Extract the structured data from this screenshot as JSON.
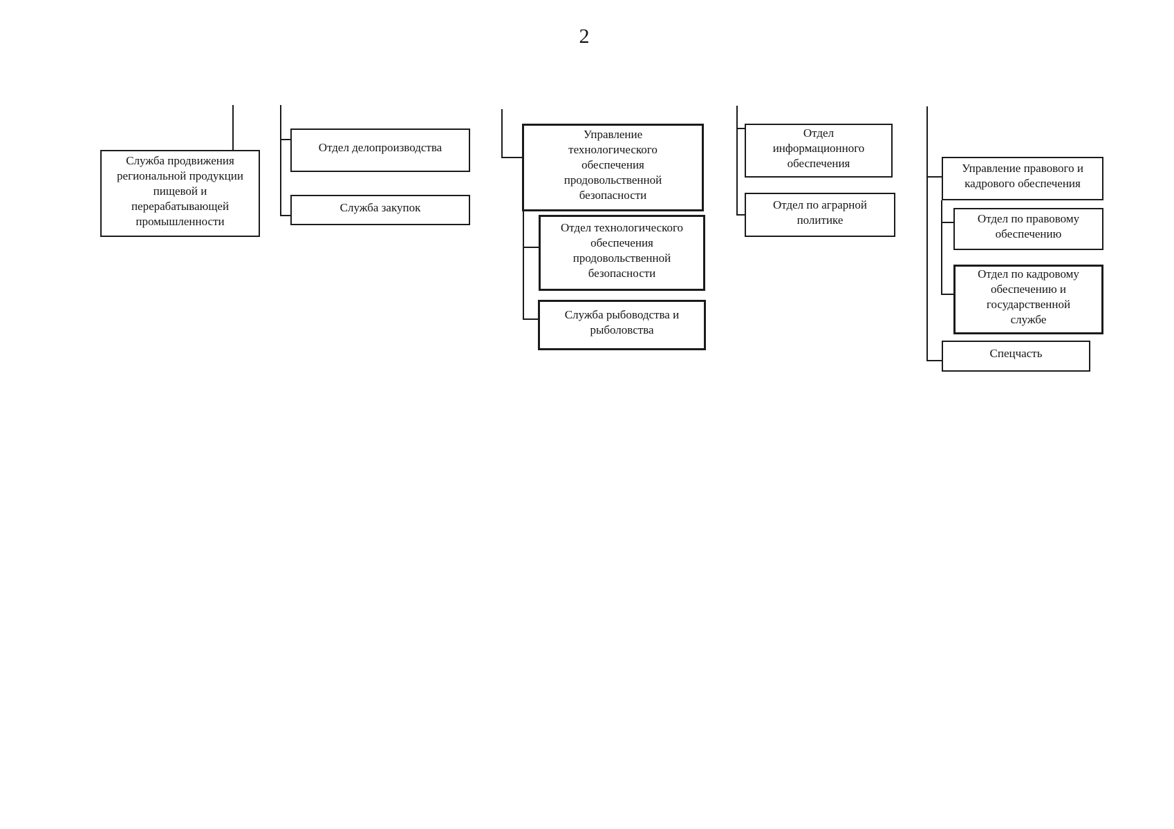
{
  "page": {
    "number": "2"
  },
  "colors": {
    "ink": "#1b1b1b",
    "paper": "#ffffff"
  },
  "chart": {
    "type": "org-chart",
    "groups": [
      {
        "name": "group-1",
        "boxes": [
          {
            "label": "Служба продвижения\nрегиональной продукции\nпищевой и\nперерабатывающей\nпромышленности"
          }
        ]
      },
      {
        "name": "group-2",
        "boxes": [
          {
            "label": "Отдел делопроизводства"
          },
          {
            "label": "Служба закупок"
          }
        ]
      },
      {
        "name": "group-3",
        "boxes": [
          {
            "label": "Управление\nтехнологического\nобеспечения\nпродовольственной\nбезопасности"
          },
          {
            "label": "Отдел технологического\nобеспечения\nпродовольственной\nбезопасности"
          },
          {
            "label": "Служба рыбоводства и\nрыболовства"
          }
        ]
      },
      {
        "name": "group-4",
        "boxes": [
          {
            "label": "Отдел\nинформационного\nобеспечения"
          },
          {
            "label": "Отдел по аграрной\nполитике"
          }
        ]
      },
      {
        "name": "group-5",
        "boxes": [
          {
            "label": "Управление правового и\nкадрового обеспечения"
          },
          {
            "label": "Отдел по правовому\nобеспечению"
          },
          {
            "label": "Отдел по кадровому\nобеспечению и\nгосударственной\nслужбе"
          },
          {
            "label": "Спецчасть"
          }
        ]
      }
    ]
  }
}
